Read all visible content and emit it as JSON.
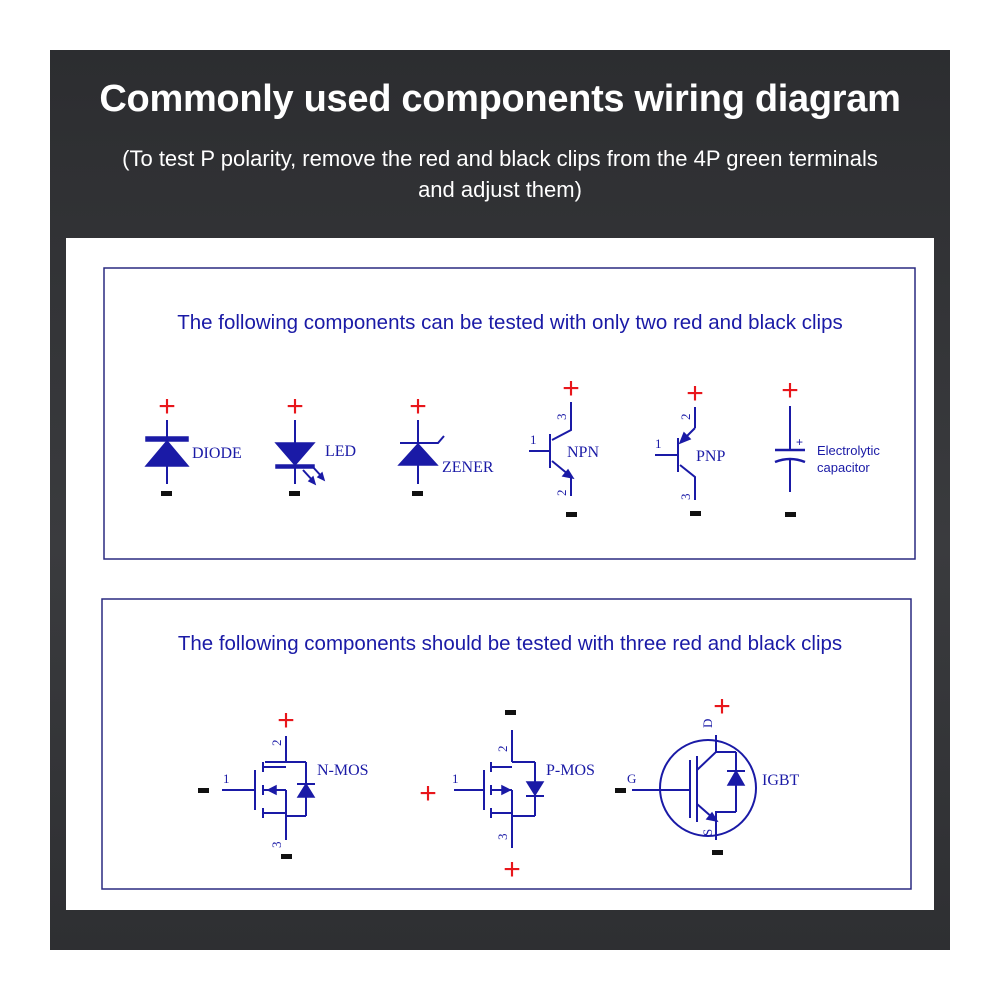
{
  "title": "Commonly used components wiring diagram",
  "subtitle": "(To test P polarity, remove the red and black clips from the 4P green terminals and adjust them)",
  "section1": {
    "heading": "The following components can be tested with only two red and black clips",
    "components": [
      {
        "label": "DIODE",
        "plus": "+",
        "minus": "-"
      },
      {
        "label": "LED",
        "plus": "+",
        "minus": "-"
      },
      {
        "label": "ZENER",
        "plus": "+",
        "minus": "-"
      },
      {
        "label": "NPN",
        "plus": "+",
        "minus": "-",
        "pins": [
          "1",
          "3",
          "2"
        ]
      },
      {
        "label": "PNP",
        "plus": "+",
        "minus": "-",
        "pins": [
          "1",
          "2",
          "3"
        ]
      },
      {
        "label_line1": "Electrolytic",
        "label_line2": "capacitor",
        "plus": "+",
        "minus": "-",
        "polarity_mark": "+"
      }
    ]
  },
  "section2": {
    "heading": "The following components should be tested with three red and black clips",
    "components": [
      {
        "label": "N-MOS",
        "gate": "-",
        "drain": "+",
        "source": "-",
        "pins": [
          "1",
          "2",
          "3"
        ]
      },
      {
        "label": "P-MOS",
        "gate": "+",
        "drain": "-",
        "source": "+",
        "pins": [
          "1",
          "2",
          "3"
        ]
      },
      {
        "label": "IGBT",
        "gate": "-",
        "drain": "+",
        "source": "-",
        "pins": [
          "G",
          "D",
          "S"
        ]
      }
    ]
  },
  "colors": {
    "background": "#333437",
    "accent_blue": "#1a1aa6",
    "plus_red": "#e8161b",
    "minus_black": "#111111"
  }
}
